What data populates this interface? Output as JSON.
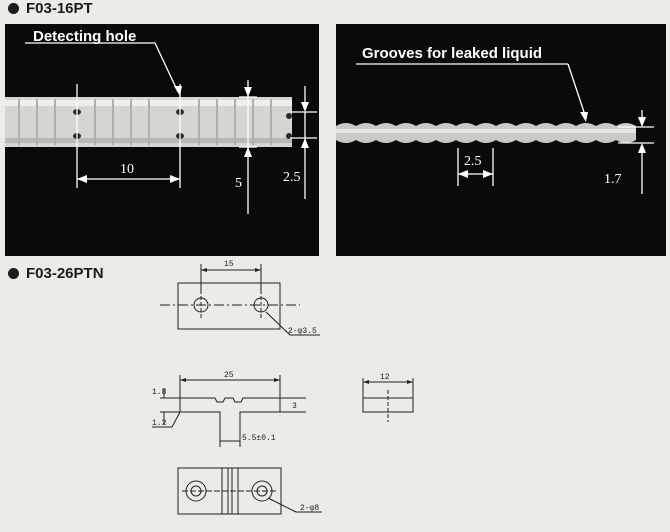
{
  "sections": {
    "f03_16pt": "F03-16PT",
    "f03_26ptn": "F03-26PTN"
  },
  "photo_left": {
    "callout": "Detecting hole",
    "dim_pitch": "10",
    "dim_width": "5",
    "dim_thickness": "2.5"
  },
  "photo_right": {
    "callout": "Grooves for leaked liquid",
    "dim_pitch": "2.5",
    "dim_thickness": "1.7"
  },
  "drawing": {
    "top_width": "15",
    "top_holes": "2-φ3.5",
    "front_width": "25",
    "front_height": "1.8",
    "front_offset": "1.2",
    "front_slot": "5.5±0.1",
    "front_right_height": "3",
    "side_width": "12",
    "bottom_holes": "2-φ8"
  },
  "colors": {
    "photo_bg": "#0a0a0a",
    "tube": "#d9dbd6",
    "page_bg": "#ecebe7"
  }
}
